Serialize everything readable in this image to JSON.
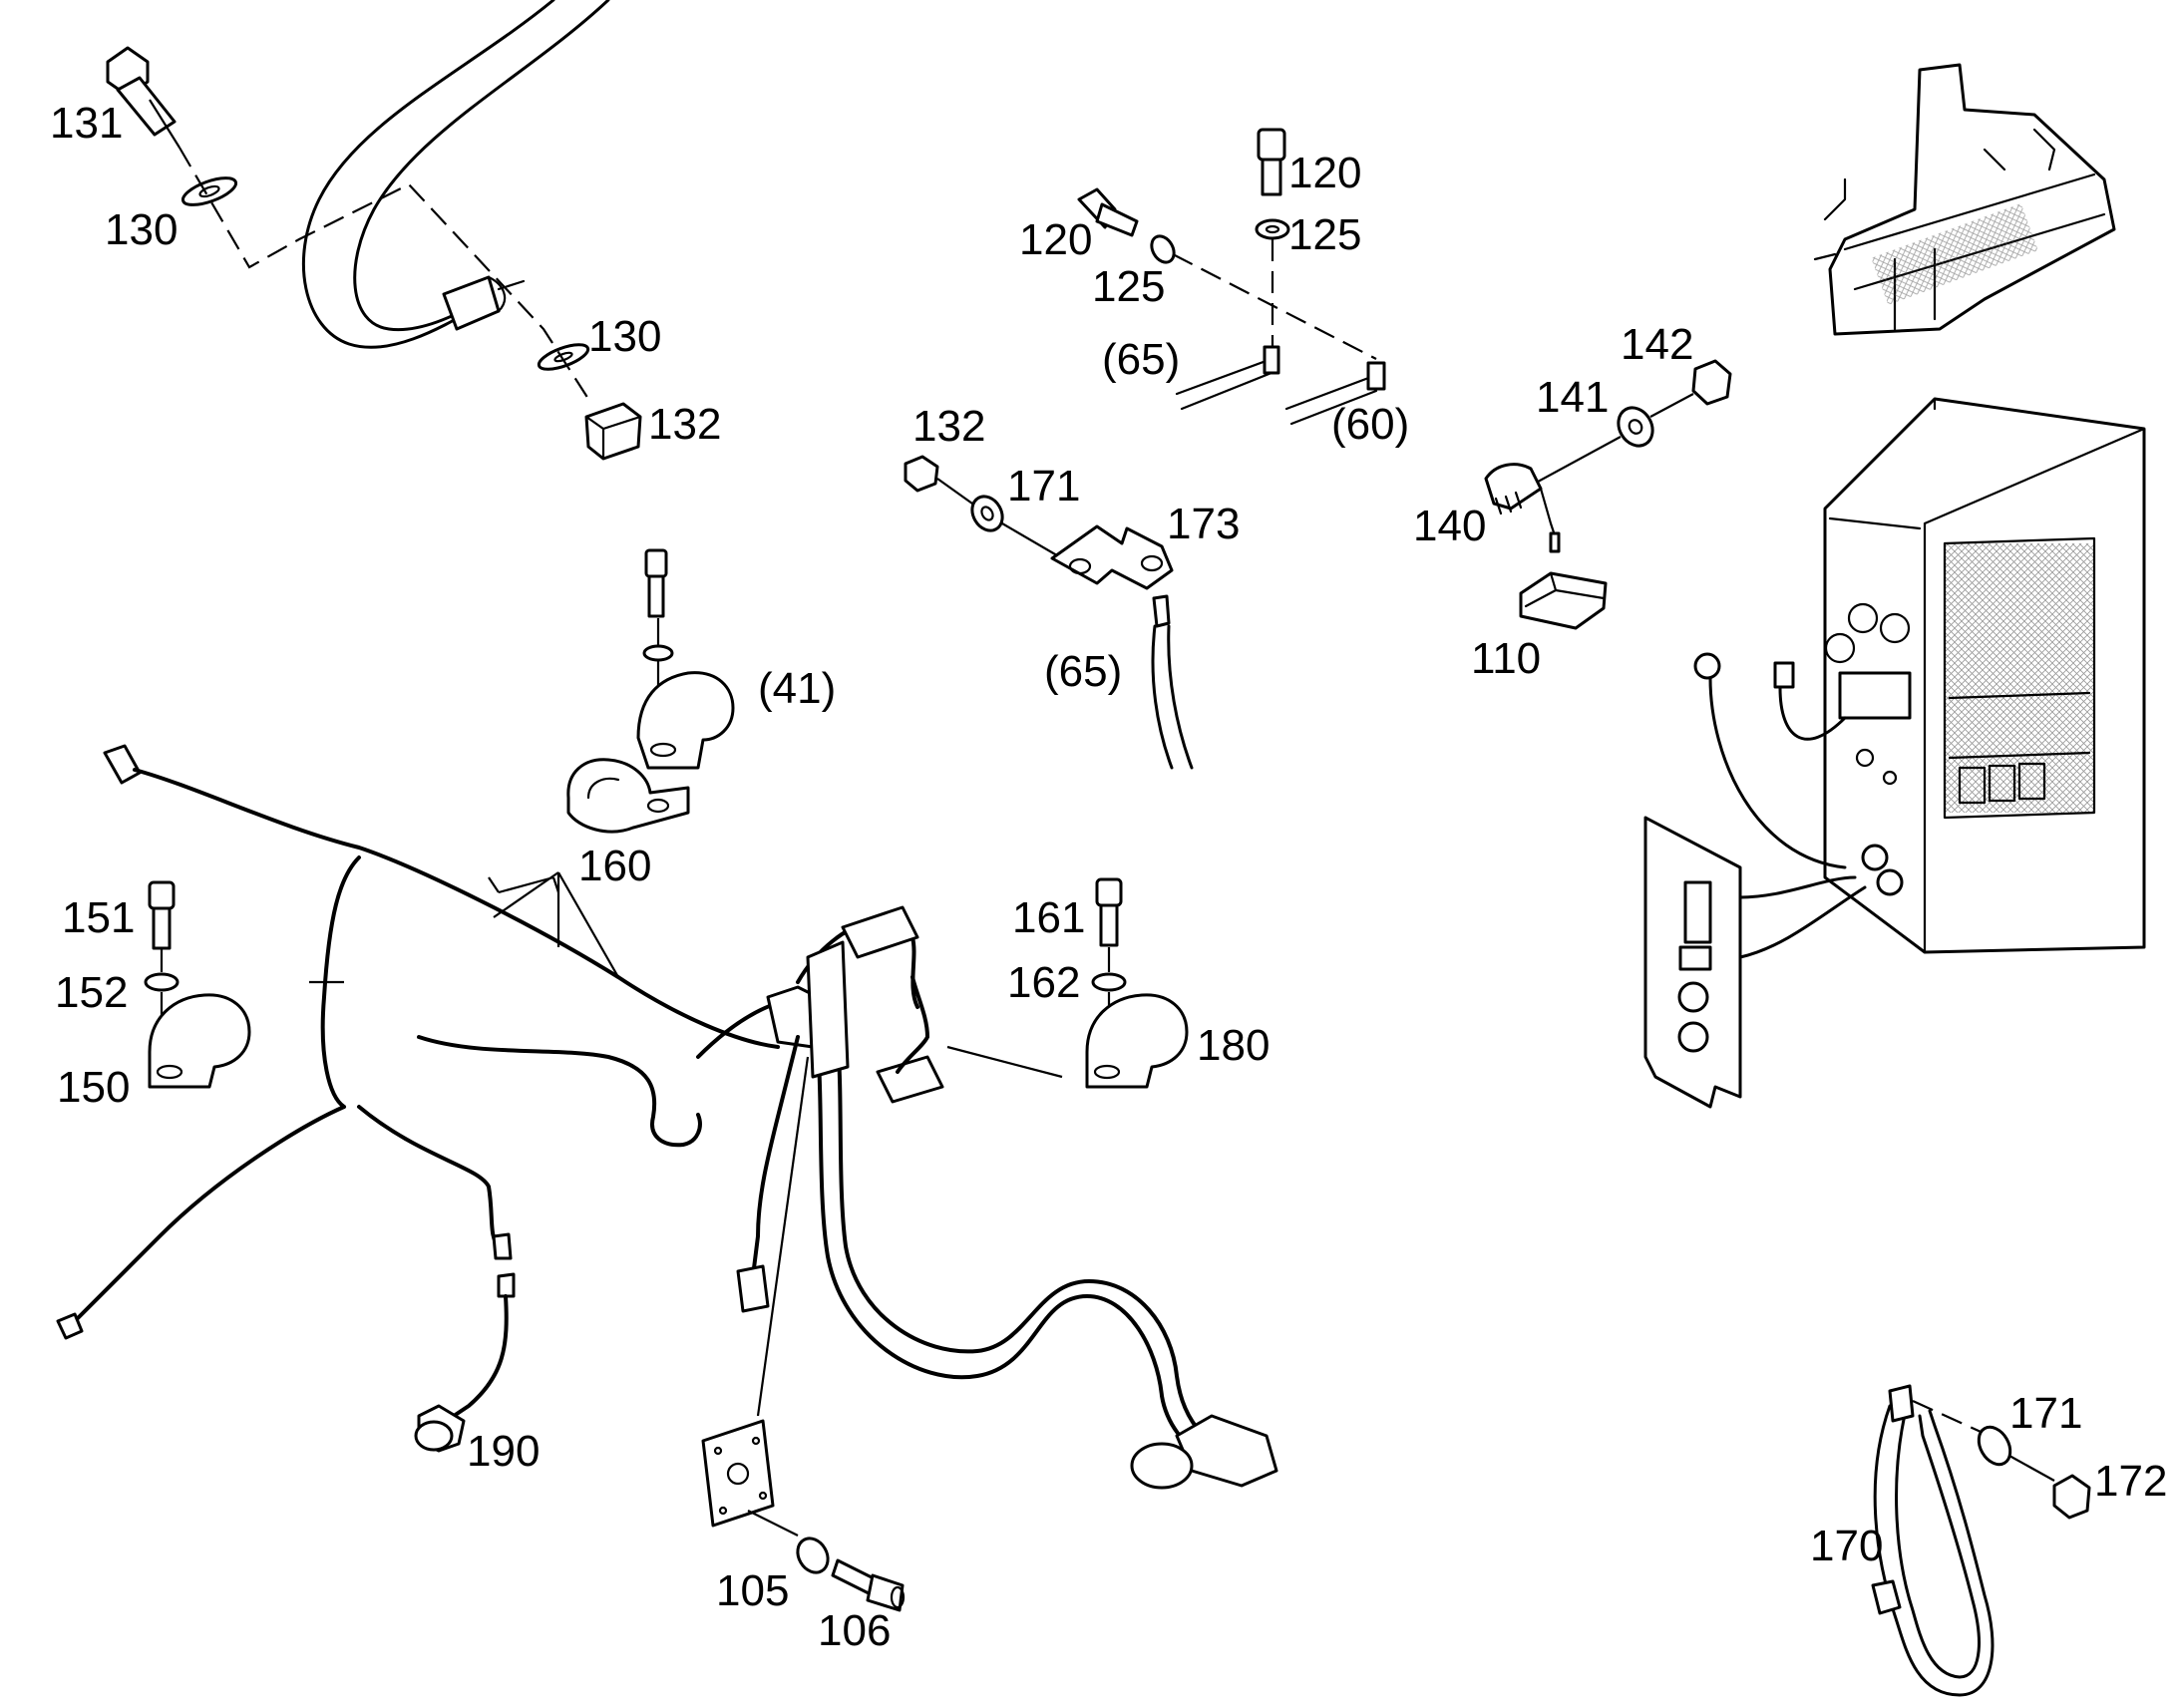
{
  "labels": {
    "l131": "131",
    "l130a": "130",
    "l130b": "130",
    "l132a": "132",
    "l120a": "120",
    "l120b": "120",
    "l125a": "125",
    "l125b": "125",
    "l65a": "(65)",
    "l60": "(60)",
    "l132b": "132",
    "l171a": "171",
    "l173": "173",
    "l65b": "(65)",
    "l142": "142",
    "l141": "141",
    "l140": "140",
    "l110": "110",
    "l41": "(41)",
    "l160": "160",
    "l151": "151",
    "l152": "152",
    "l150": "150",
    "l161": "161",
    "l162": "162",
    "l180": "180",
    "l190": "190",
    "l105": "105",
    "l106": "106",
    "l171b": "171",
    "l172": "172",
    "l170": "170"
  }
}
